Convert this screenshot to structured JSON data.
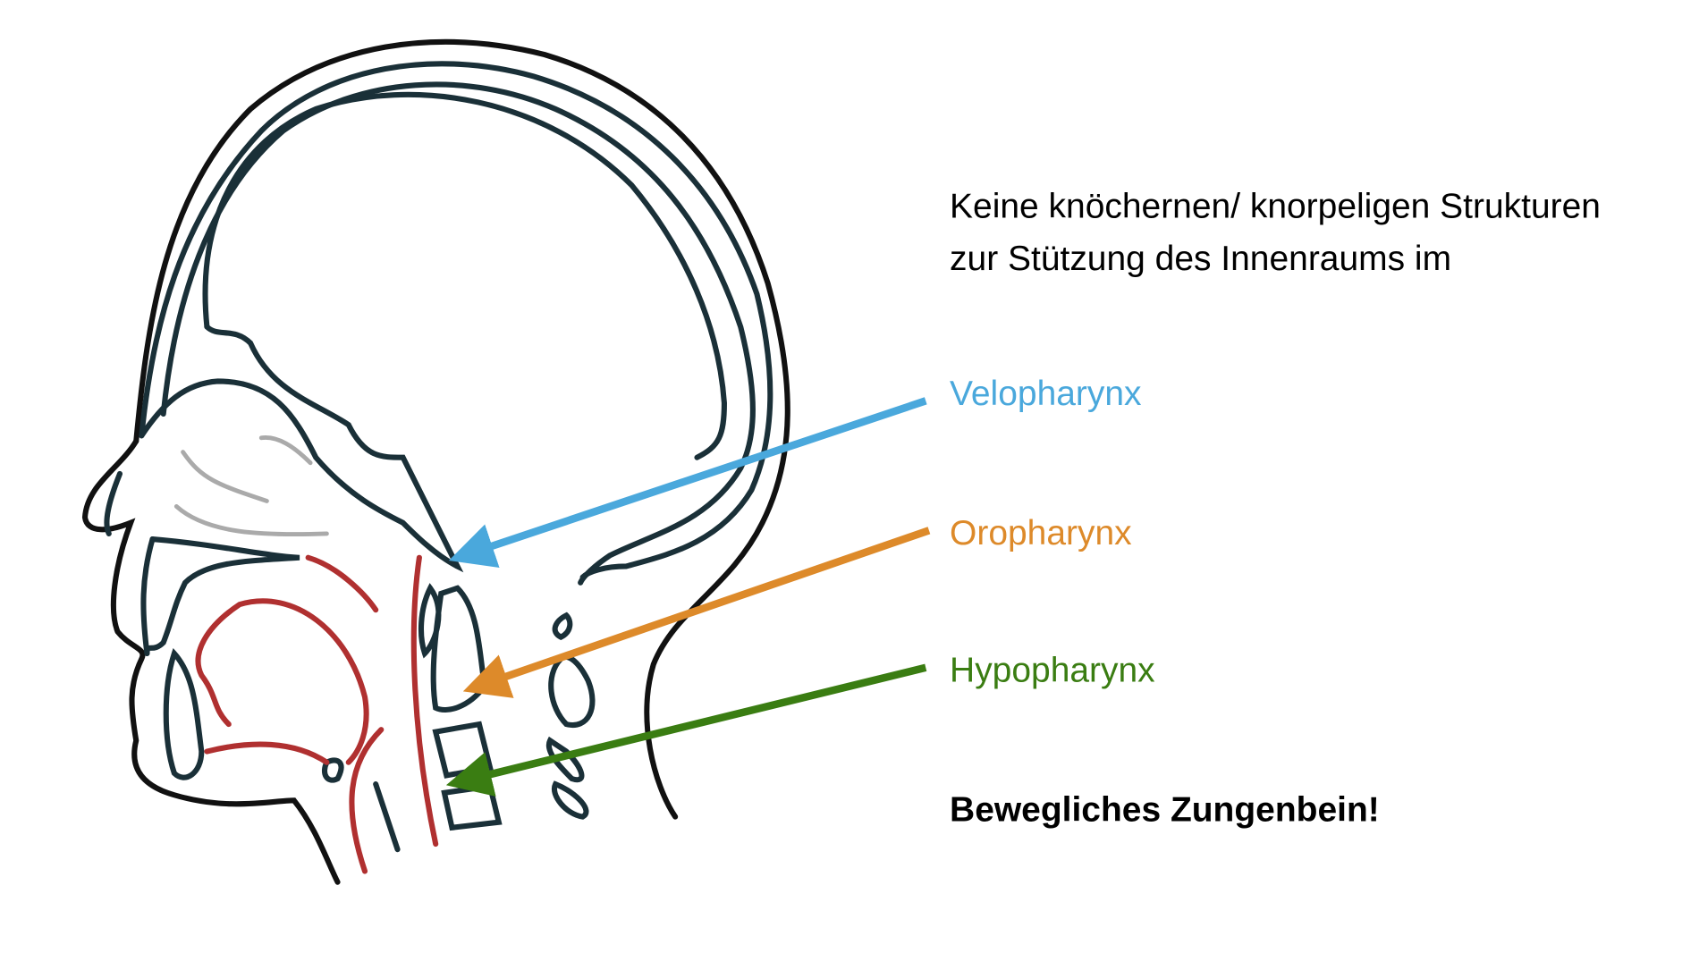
{
  "text": {
    "line1": "Keine knöchernen/ knorpeligen Strukturen",
    "line2": "zur Stützung des Innenraums im",
    "velopharynx": "Velopharynx",
    "oropharynx": "Oropharynx",
    "hypopharynx": "Hypopharynx",
    "footer": "Bewegliches Zungenbein!"
  },
  "colors": {
    "velopharynx": "#4aa8dc",
    "oropharynx": "#dd8a2a",
    "hypopharynx": "#3a7d12",
    "outline": "#111111",
    "bone": "#1a3038",
    "muscle": "#b03030",
    "cartilage": "#aaaaaa"
  }
}
